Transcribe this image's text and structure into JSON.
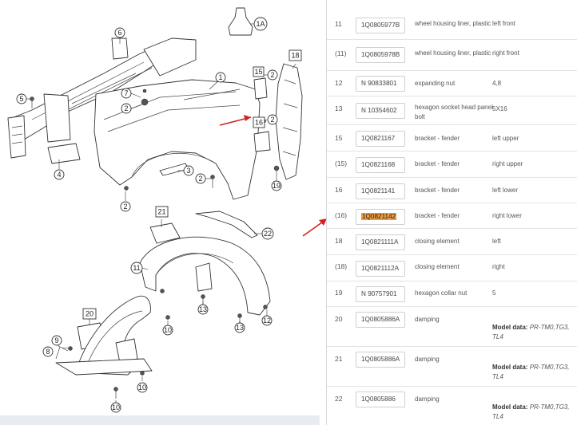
{
  "diagram": {
    "callouts": [
      "1",
      "2",
      "3",
      "4",
      "5",
      "6",
      "7",
      "8",
      "9",
      "10",
      "11",
      "12",
      "13",
      "15",
      "16",
      "18",
      "19",
      "20",
      "21",
      "22",
      "1A"
    ]
  },
  "table": {
    "rows": [
      {
        "pos": "11",
        "part_no": "1Q0805977B",
        "desc": "wheel housing liner, plastic",
        "note": "left front"
      },
      {
        "pos": "(11)",
        "part_no": "1Q0805978B",
        "desc": "wheel housing liner, plastic",
        "note": "right front"
      },
      {
        "pos": "12",
        "part_no": "N 90833801",
        "desc": "expanding nut",
        "note": "4,8"
      },
      {
        "pos": "13",
        "part_no": "N 10354602",
        "desc": "hexagon socket head panel bolt",
        "note": "5X16"
      },
      {
        "pos": "15",
        "part_no": "1Q0821167",
        "desc": "bracket - fender",
        "note": "left upper"
      },
      {
        "pos": "(15)",
        "part_no": "1Q0821168",
        "desc": "bracket - fender",
        "note": "right upper"
      },
      {
        "pos": "16",
        "part_no": "1Q0821141",
        "desc": "bracket - fender",
        "note": "left lower"
      },
      {
        "pos": "(16)",
        "part_no": "1Q0821142",
        "desc": "bracket - fender",
        "note": "right lower",
        "highlight": true
      },
      {
        "pos": "18",
        "part_no": "1Q0821111A",
        "desc": "closing element",
        "note": "left"
      },
      {
        "pos": "(18)",
        "part_no": "1Q0821112A",
        "desc": "closing element",
        "note": "right"
      },
      {
        "pos": "19",
        "part_no": "N 90757901",
        "desc": "hexagon collar nut",
        "note": "5"
      },
      {
        "pos": "20",
        "part_no": "1Q0805886A",
        "desc": "damping",
        "model_label": "Model data:",
        "model_value": "PR-TM0,TG3, TL4"
      },
      {
        "pos": "21",
        "part_no": "1Q0805886A",
        "desc": "damping",
        "model_label": "Model data:",
        "model_value": "PR-TM0,TG3, TL4"
      },
      {
        "pos": "22",
        "part_no": "1Q0805886",
        "desc": "damping",
        "model_label": "Model data:",
        "model_value": "PR-TM0,TG3, TL4"
      }
    ]
  },
  "colors": {
    "highlight": "#f29a3c",
    "arrow": "#d42020"
  }
}
